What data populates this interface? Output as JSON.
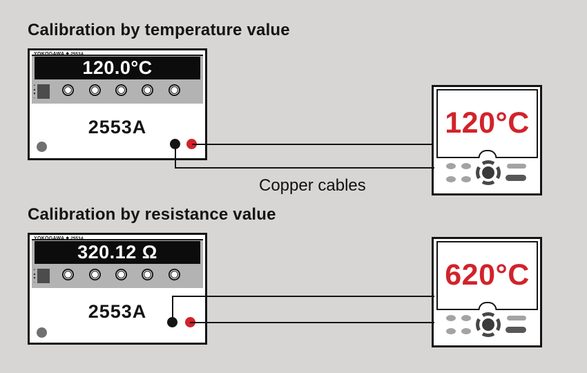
{
  "colors": {
    "background": "#d7d6d4",
    "heading_text": "#141414",
    "panel_gray": "#b3b3b3",
    "display_background": "#0c0c0c",
    "display_text": "#ffffff",
    "accent_red": "#d1232b",
    "cable_black": "#141414"
  },
  "sections": [
    {
      "heading": "Calibration by temperature value",
      "source": {
        "brand": "YOKOGAWA",
        "brand_separator": "◆",
        "brand_model": "2553A",
        "display_value": "120.0°C",
        "model_label": "2553A",
        "side_marks": "+\n▲\n▼\n−"
      },
      "calibrator": {
        "display_value": "120°C"
      },
      "cable_label": "Copper cables"
    },
    {
      "heading": "Calibration by resistance value",
      "source": {
        "brand": "YOKOGAWA",
        "brand_separator": "◆",
        "brand_model": "2553A",
        "display_value": "320.12 Ω",
        "model_label": "2553A",
        "side_marks": "+\n▲\n▼\n−"
      },
      "calibrator": {
        "display_value": "620°C"
      }
    }
  ]
}
